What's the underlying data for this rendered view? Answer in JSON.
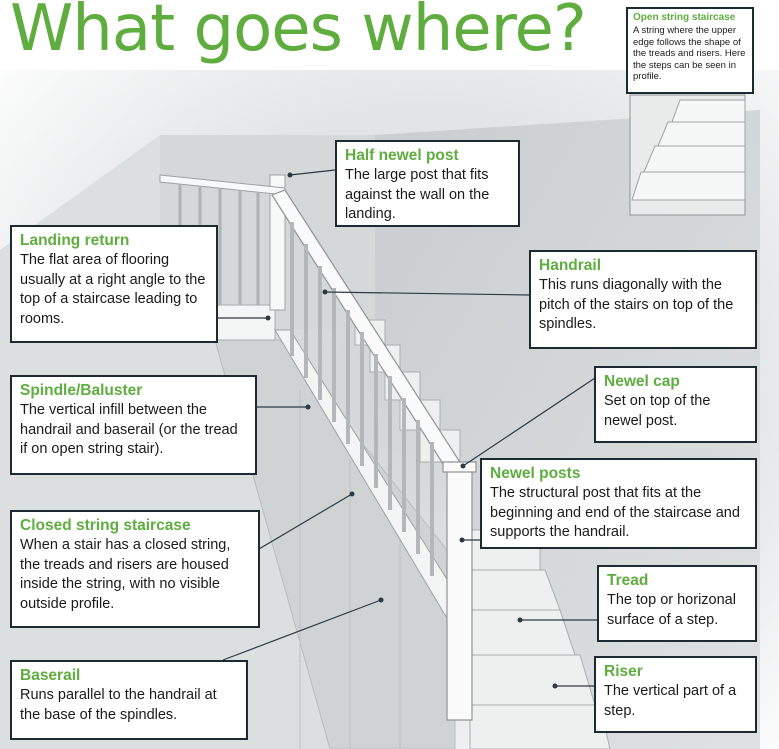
{
  "title": "What goes where?",
  "labels": {
    "open_string": {
      "heading": "Open string staircase",
      "body": "A string where the upper edge follows the shape of the treads and risers. Here the steps can be seen in profile."
    },
    "half_newel": {
      "heading": "Half newel post",
      "body": "The large post that fits against the wall on the landing."
    },
    "landing_return": {
      "heading": "Landing return",
      "body": "The flat area of flooring usually at a right angle to the top of a staircase leading to rooms."
    },
    "handrail": {
      "heading": "Handrail",
      "body": "This runs diagonally with the pitch of the stairs on top of the spindles."
    },
    "newel_cap": {
      "heading": "Newel cap",
      "body": "Set on top of the newel post."
    },
    "spindle": {
      "heading": "Spindle/Baluster",
      "body": "The vertical infill between the handrail and baserail (or the tread if on open string stair)."
    },
    "newel_posts": {
      "heading": "Newel posts",
      "body": "The structural post that fits at the beginning and end of the staircase and supports the handrail."
    },
    "closed_string": {
      "heading": "Closed string staircase",
      "body": "When a stair has a closed string, the treads and risers are housed inside the string, with no visible outside profile."
    },
    "tread": {
      "heading": "Tread",
      "body": "The top or horizonal surface of a step."
    },
    "baserail": {
      "heading": "Baserail",
      "body": "Runs parallel to the handrail at the base of the spindles."
    },
    "riser": {
      "heading": "Riser",
      "body": "The vertical part of a step."
    }
  },
  "colors": {
    "heading": "#5fad3f",
    "border": "#1c2a33",
    "text": "#1a1a1a",
    "line": "#2b3a44"
  }
}
